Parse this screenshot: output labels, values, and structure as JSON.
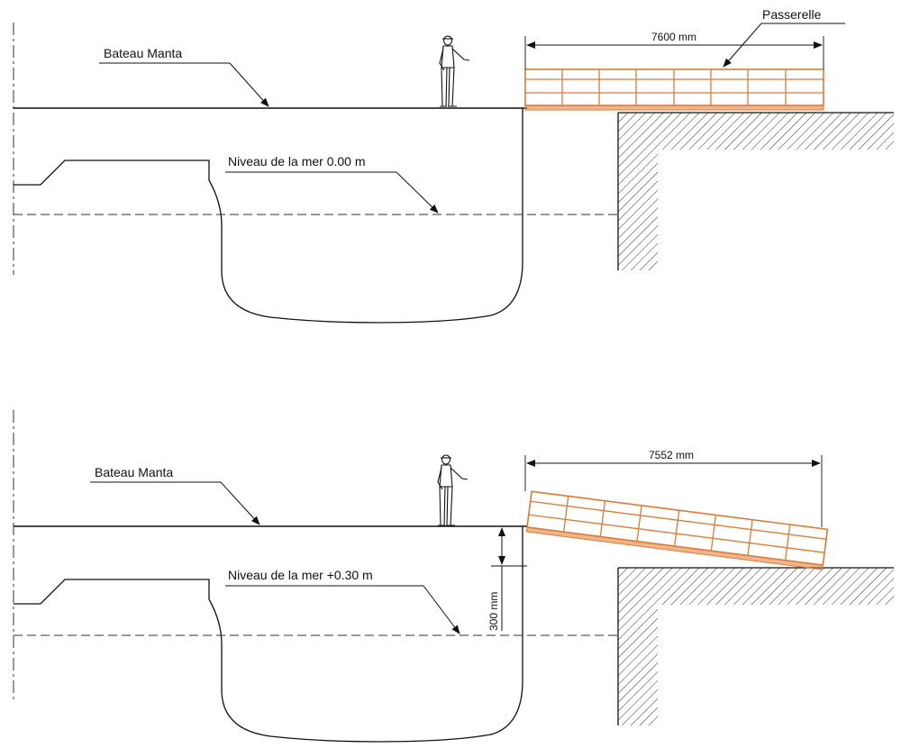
{
  "colors": {
    "line": "#1a1a1a",
    "gangway": "#e07a33",
    "hatch": "#333333",
    "background": "#ffffff"
  },
  "top_panel": {
    "boat_label": "Bateau Manta",
    "sea_label": "Niveau de la mer 0.00 m",
    "gangway_label": "Passerelle",
    "span_label": "7600 mm"
  },
  "bottom_panel": {
    "boat_label": "Bateau Manta",
    "sea_label": "Niveau de la mer +0.30 m",
    "span_label": "7552 mm",
    "rise_label": "300 mm"
  }
}
